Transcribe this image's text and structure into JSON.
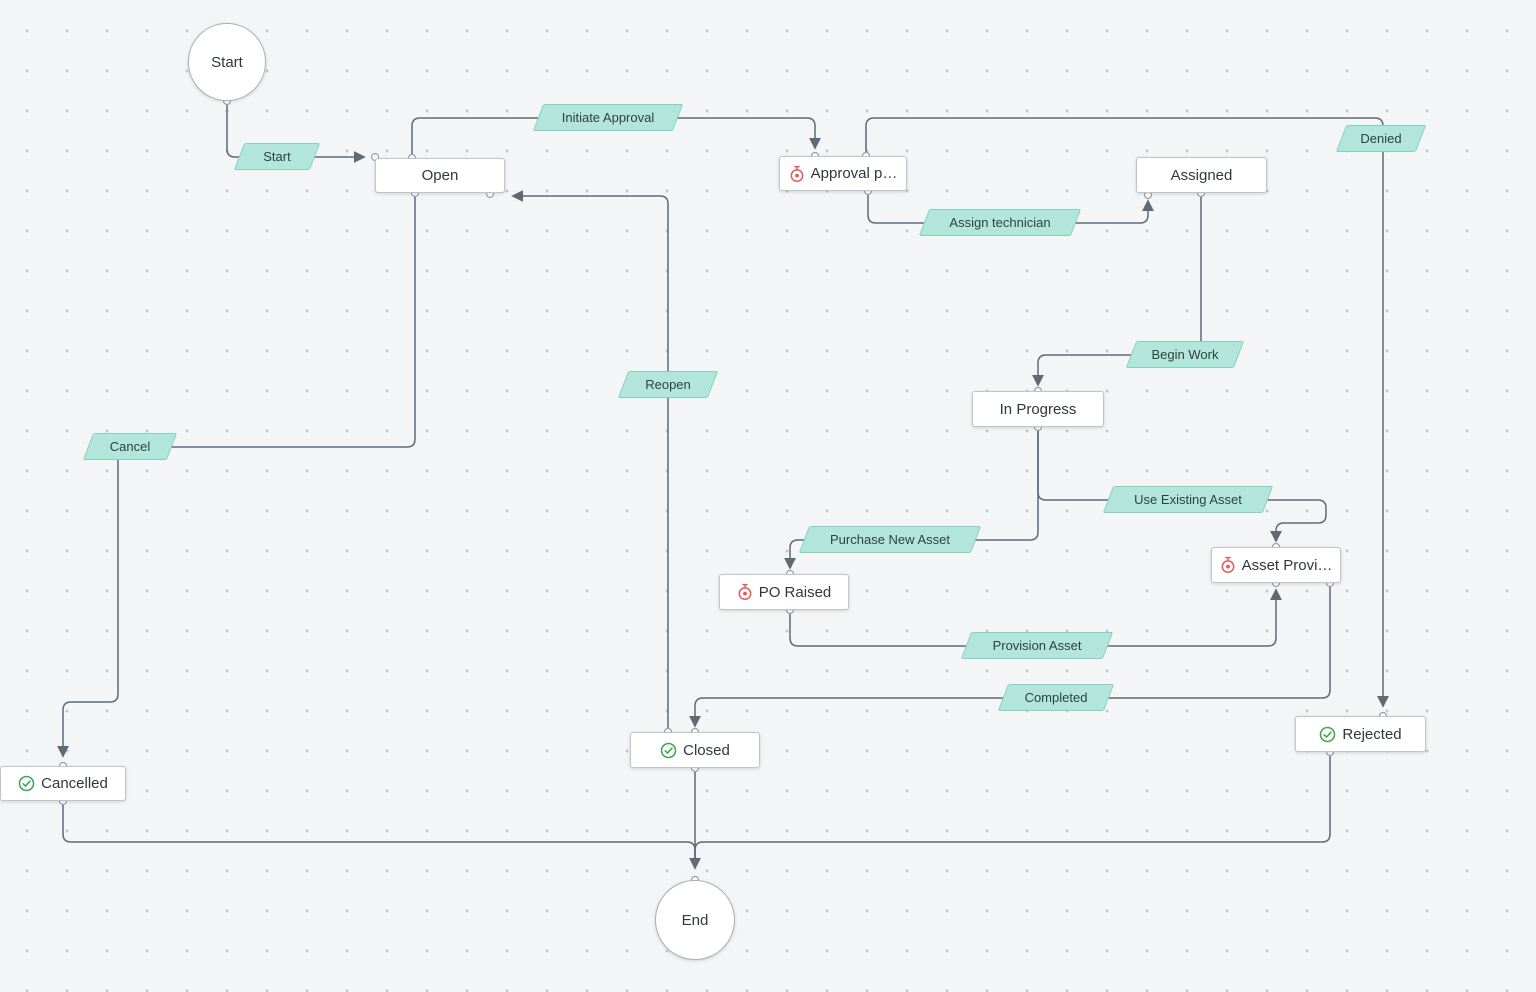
{
  "theme": {
    "canvas_bg": "#f4f5f6",
    "dot_color": "#c6cacd",
    "edge_color": "#5f6a75",
    "node_bg": "#ffffff",
    "node_border": "#bfc5ca",
    "node_text": "#30373d",
    "transition_fill": "#b2e6da",
    "transition_border": "#85d0c1",
    "transition_text": "#2c423c",
    "timer_icon_color": "#e25c5c",
    "check_icon_color": "#43a654",
    "port_border": "#98a1a9"
  },
  "nodes": {
    "start": {
      "label": "Start",
      "type": "start-circle"
    },
    "open": {
      "label": "Open",
      "type": "state"
    },
    "approval_pending": {
      "label": "Approval p…",
      "type": "timer-state"
    },
    "assigned": {
      "label": "Assigned",
      "type": "state"
    },
    "in_progress": {
      "label": "In Progress",
      "type": "state"
    },
    "po_raised": {
      "label": "PO Raised",
      "type": "timer-state"
    },
    "asset_provisioning": {
      "label": "Asset Provi…",
      "type": "timer-state"
    },
    "closed": {
      "label": "Closed",
      "type": "final-state"
    },
    "rejected": {
      "label": "Rejected",
      "type": "final-state"
    },
    "cancelled": {
      "label": "Cancelled",
      "type": "final-state"
    },
    "end": {
      "label": "End",
      "type": "end-circle"
    }
  },
  "transitions": {
    "start": {
      "label": "Start"
    },
    "initiate_approval": {
      "label": "Initiate Approval"
    },
    "assign_technician": {
      "label": "Assign technician"
    },
    "denied": {
      "label": "Denied"
    },
    "begin_work": {
      "label": "Begin Work"
    },
    "reopen": {
      "label": "Reopen"
    },
    "cancel": {
      "label": "Cancel"
    },
    "use_existing_asset": {
      "label": "Use Existing Asset"
    },
    "purchase_new_asset": {
      "label": "Purchase New Asset"
    },
    "provision_asset": {
      "label": "Provision Asset"
    },
    "completed": {
      "label": "Completed"
    }
  },
  "connections": [
    {
      "from": "Start",
      "to": "Open",
      "via": "Start"
    },
    {
      "from": "Open",
      "to": "Approval p…",
      "via": "Initiate Approval"
    },
    {
      "from": "Approval p…",
      "to": "Assigned",
      "via": "Assign technician"
    },
    {
      "from": "Approval p…",
      "to": "Rejected",
      "via": "Denied"
    },
    {
      "from": "Assigned",
      "to": "In Progress",
      "via": "Begin Work"
    },
    {
      "from": "In Progress",
      "to": "Asset Provi…",
      "via": "Use Existing Asset"
    },
    {
      "from": "In Progress",
      "to": "PO Raised",
      "via": "Purchase New Asset"
    },
    {
      "from": "PO Raised",
      "to": "Asset Provi…",
      "via": "Provision Asset"
    },
    {
      "from": "Asset Provi…",
      "to": "Closed",
      "via": "Completed"
    },
    {
      "from": "Closed",
      "to": "Open",
      "via": "Reopen"
    },
    {
      "from": "Open",
      "to": "Cancelled",
      "via": "Cancel"
    },
    {
      "from": "Closed",
      "to": "End",
      "via": ""
    },
    {
      "from": "Cancelled",
      "to": "End",
      "via": ""
    },
    {
      "from": "Rejected",
      "to": "End",
      "via": ""
    }
  ]
}
